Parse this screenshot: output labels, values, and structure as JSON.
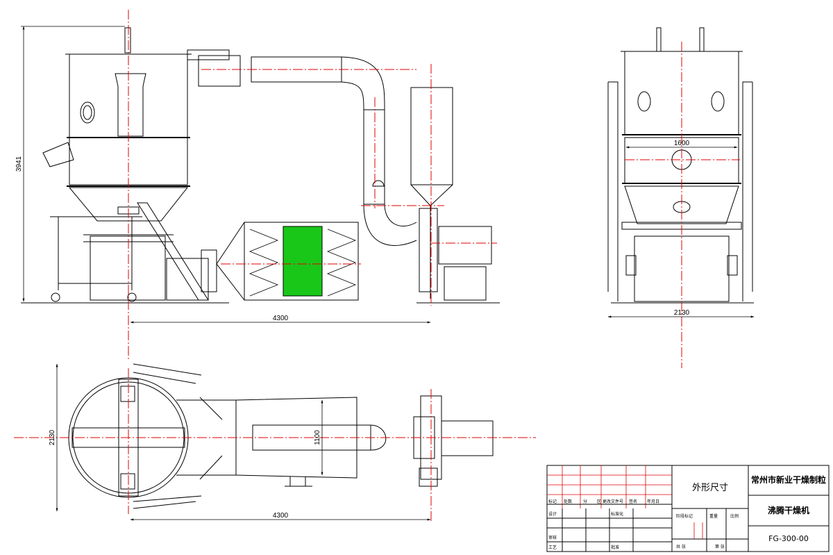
{
  "dimensions": {
    "height_front": "3941",
    "length_front": "4300",
    "width_side_top": "1600",
    "width_side_bottom": "2130",
    "width_plan_left": "2130",
    "duct_plan": "1100",
    "length_plan": "4300"
  },
  "title_block": {
    "title_left": "外形尺寸",
    "company": "常州市新业干燥制粒",
    "product": "沸腾干燥机",
    "drawing_number": "FG-300-00",
    "labels": {
      "mark": "标记",
      "count": "处数",
      "zone": "分",
      "doc": "区",
      "change_doc": "更改文件号",
      "sign": "签名",
      "year": "年月日",
      "design": "设计",
      "standardize": "标准化",
      "review": "审核",
      "process": "工艺",
      "approve": "批准",
      "stage_mark": "阶段标记",
      "weight": "重量",
      "scale": "比例",
      "sheets_total": "共 张",
      "sheet_no": "第 张"
    }
  },
  "colors": {
    "line": "#000000",
    "centerline": "#e00000",
    "filter_green": "#19c719"
  }
}
